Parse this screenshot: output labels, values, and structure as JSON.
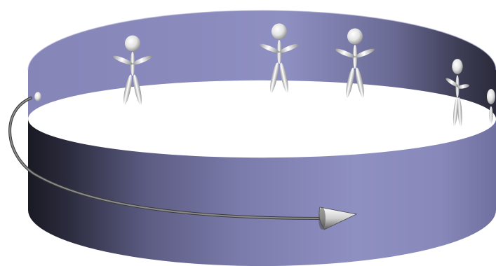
{
  "scene": {
    "subject": "ring-band-with-figures",
    "colors": {
      "band_light": "#9a9ac6",
      "band_mid": "#7d7db0",
      "band_dark": "#1e1e2c",
      "figure_light": "#ffffff",
      "figure_dark": "#7a7a7a",
      "arrow": "#6b6b6b",
      "background": "#ffffff"
    },
    "figures": [
      {
        "name": "figure-left-edge",
        "pose": "partial"
      },
      {
        "name": "figure-1",
        "pose": "standing"
      },
      {
        "name": "figure-2",
        "pose": "standing"
      },
      {
        "name": "figure-3",
        "pose": "standing"
      },
      {
        "name": "figure-4",
        "pose": "side"
      },
      {
        "name": "figure-right-edge",
        "pose": "partial"
      }
    ],
    "arrow": {
      "direction": "counterclockwise-front-left-to-right",
      "icon": "curved-arrow-icon"
    }
  }
}
